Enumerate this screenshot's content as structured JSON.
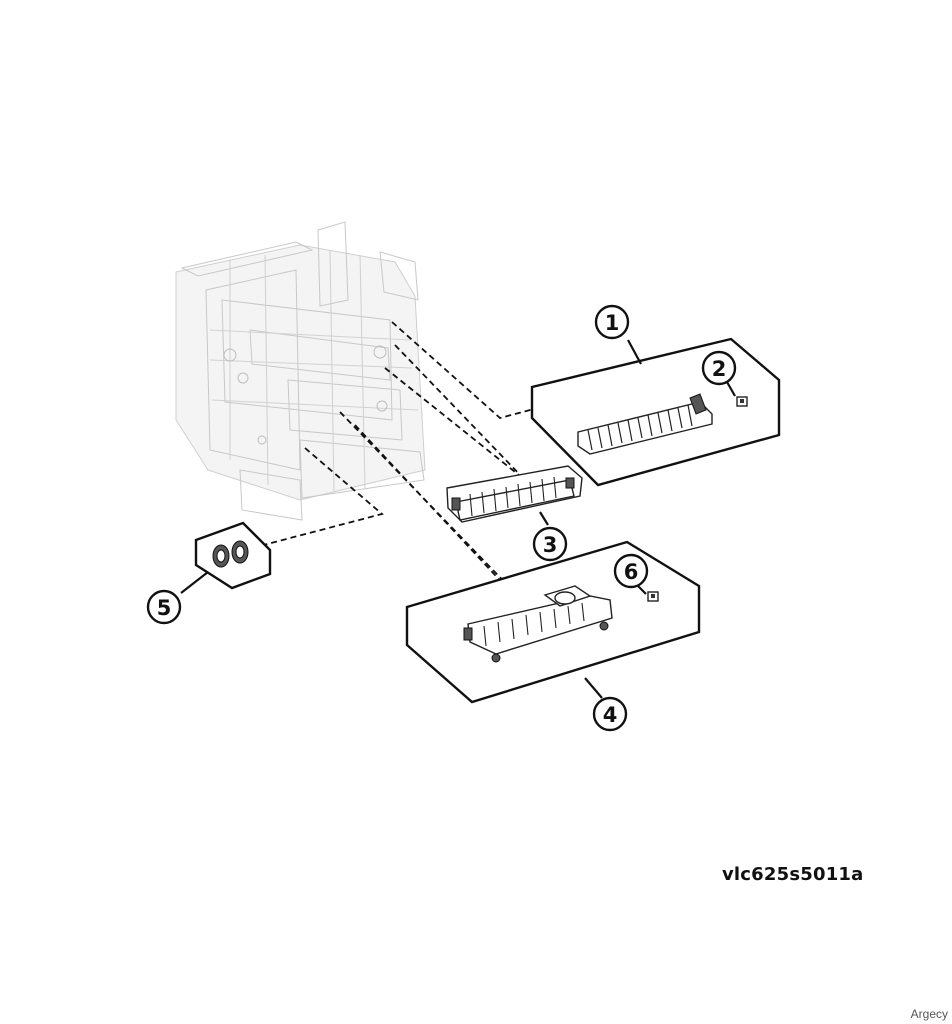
{
  "figure_id": "vlc625s5011a",
  "watermark": "Argecy",
  "callouts": [
    "1",
    "2",
    "3",
    "4",
    "5",
    "6"
  ],
  "icons": [
    "printer-frame-illustration",
    "exit-guide-part",
    "fuser-part",
    "transfer-part",
    "gear-part",
    "connector-part"
  ]
}
